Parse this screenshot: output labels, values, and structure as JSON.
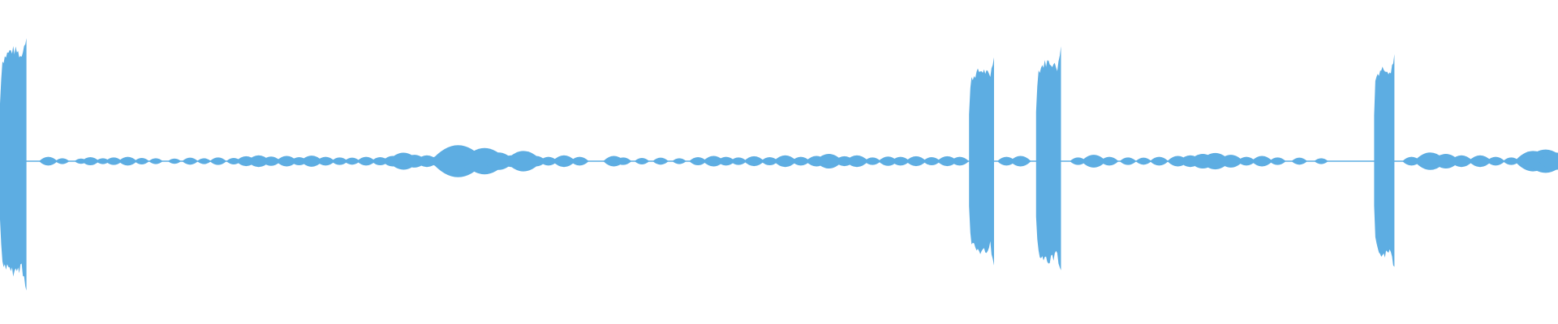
{
  "waveform": {
    "color": "#5dade2",
    "background": "#ffffff",
    "style": "mirrored-amplitude",
    "bursts": [
      {
        "start": 0.0,
        "end": 0.017,
        "amplitude": 0.76
      },
      {
        "start": 0.622,
        "end": 0.638,
        "amplitude": 0.62
      },
      {
        "start": 0.665,
        "end": 0.681,
        "amplitude": 0.68
      },
      {
        "start": 0.882,
        "end": 0.895,
        "amplitude": 0.64
      }
    ],
    "bumps": [
      {
        "pos": 0.031,
        "amp": 0.03
      },
      {
        "pos": 0.04,
        "amp": 0.02
      },
      {
        "pos": 0.052,
        "amp": 0.018
      },
      {
        "pos": 0.058,
        "amp": 0.028
      },
      {
        "pos": 0.066,
        "amp": 0.02
      },
      {
        "pos": 0.073,
        "amp": 0.026
      },
      {
        "pos": 0.082,
        "amp": 0.03
      },
      {
        "pos": 0.091,
        "amp": 0.022
      },
      {
        "pos": 0.1,
        "amp": 0.02
      },
      {
        "pos": 0.112,
        "amp": 0.018
      },
      {
        "pos": 0.122,
        "amp": 0.024
      },
      {
        "pos": 0.131,
        "amp": 0.02
      },
      {
        "pos": 0.14,
        "amp": 0.026
      },
      {
        "pos": 0.15,
        "amp": 0.022
      },
      {
        "pos": 0.158,
        "amp": 0.034
      },
      {
        "pos": 0.166,
        "amp": 0.04
      },
      {
        "pos": 0.174,
        "amp": 0.032
      },
      {
        "pos": 0.184,
        "amp": 0.036
      },
      {
        "pos": 0.192,
        "amp": 0.028
      },
      {
        "pos": 0.2,
        "amp": 0.038
      },
      {
        "pos": 0.209,
        "amp": 0.03
      },
      {
        "pos": 0.218,
        "amp": 0.026
      },
      {
        "pos": 0.226,
        "amp": 0.024
      },
      {
        "pos": 0.235,
        "amp": 0.03
      },
      {
        "pos": 0.244,
        "amp": 0.028
      },
      {
        "pos": 0.252,
        "amp": 0.036
      },
      {
        "pos": 0.259,
        "amp": 0.058
      },
      {
        "pos": 0.266,
        "amp": 0.044
      },
      {
        "pos": 0.274,
        "amp": 0.04
      },
      {
        "pos": 0.281,
        "amp": 0.034
      },
      {
        "pos": 0.287,
        "amp": 0.06
      },
      {
        "pos": 0.294,
        "amp": 0.11
      },
      {
        "pos": 0.302,
        "amp": 0.05
      },
      {
        "pos": 0.311,
        "amp": 0.09
      },
      {
        "pos": 0.32,
        "amp": 0.06
      },
      {
        "pos": 0.328,
        "amp": 0.04
      },
      {
        "pos": 0.336,
        "amp": 0.07
      },
      {
        "pos": 0.344,
        "amp": 0.036
      },
      {
        "pos": 0.352,
        "amp": 0.03
      },
      {
        "pos": 0.362,
        "amp": 0.04
      },
      {
        "pos": 0.372,
        "amp": 0.03
      },
      {
        "pos": 0.394,
        "amp": 0.036
      },
      {
        "pos": 0.4,
        "amp": 0.026
      },
      {
        "pos": 0.412,
        "amp": 0.022
      },
      {
        "pos": 0.424,
        "amp": 0.024
      },
      {
        "pos": 0.436,
        "amp": 0.02
      },
      {
        "pos": 0.448,
        "amp": 0.028
      },
      {
        "pos": 0.458,
        "amp": 0.036
      },
      {
        "pos": 0.466,
        "amp": 0.03
      },
      {
        "pos": 0.474,
        "amp": 0.026
      },
      {
        "pos": 0.484,
        "amp": 0.034
      },
      {
        "pos": 0.494,
        "amp": 0.028
      },
      {
        "pos": 0.504,
        "amp": 0.04
      },
      {
        "pos": 0.514,
        "amp": 0.03
      },
      {
        "pos": 0.524,
        "amp": 0.036
      },
      {
        "pos": 0.532,
        "amp": 0.05
      },
      {
        "pos": 0.542,
        "amp": 0.034
      },
      {
        "pos": 0.55,
        "amp": 0.04
      },
      {
        "pos": 0.56,
        "amp": 0.026
      },
      {
        "pos": 0.57,
        "amp": 0.032
      },
      {
        "pos": 0.578,
        "amp": 0.03
      },
      {
        "pos": 0.588,
        "amp": 0.034
      },
      {
        "pos": 0.598,
        "amp": 0.028
      },
      {
        "pos": 0.608,
        "amp": 0.034
      },
      {
        "pos": 0.616,
        "amp": 0.03
      },
      {
        "pos": 0.646,
        "amp": 0.03
      },
      {
        "pos": 0.655,
        "amp": 0.036
      },
      {
        "pos": 0.692,
        "amp": 0.026
      },
      {
        "pos": 0.702,
        "amp": 0.044
      },
      {
        "pos": 0.712,
        "amp": 0.03
      },
      {
        "pos": 0.724,
        "amp": 0.026
      },
      {
        "pos": 0.734,
        "amp": 0.024
      },
      {
        "pos": 0.744,
        "amp": 0.03
      },
      {
        "pos": 0.756,
        "amp": 0.036
      },
      {
        "pos": 0.764,
        "amp": 0.04
      },
      {
        "pos": 0.772,
        "amp": 0.05
      },
      {
        "pos": 0.78,
        "amp": 0.056
      },
      {
        "pos": 0.79,
        "amp": 0.044
      },
      {
        "pos": 0.8,
        "amp": 0.03
      },
      {
        "pos": 0.81,
        "amp": 0.036
      },
      {
        "pos": 0.82,
        "amp": 0.026
      },
      {
        "pos": 0.834,
        "amp": 0.024
      },
      {
        "pos": 0.848,
        "amp": 0.02
      },
      {
        "pos": 0.906,
        "amp": 0.03
      },
      {
        "pos": 0.918,
        "amp": 0.06
      },
      {
        "pos": 0.928,
        "amp": 0.05
      },
      {
        "pos": 0.938,
        "amp": 0.04
      },
      {
        "pos": 0.95,
        "amp": 0.04
      },
      {
        "pos": 0.96,
        "amp": 0.03
      },
      {
        "pos": 0.97,
        "amp": 0.026
      },
      {
        "pos": 0.984,
        "amp": 0.07
      },
      {
        "pos": 0.992,
        "amp": 0.08
      },
      {
        "pos": 0.998,
        "amp": 0.06
      }
    ]
  }
}
